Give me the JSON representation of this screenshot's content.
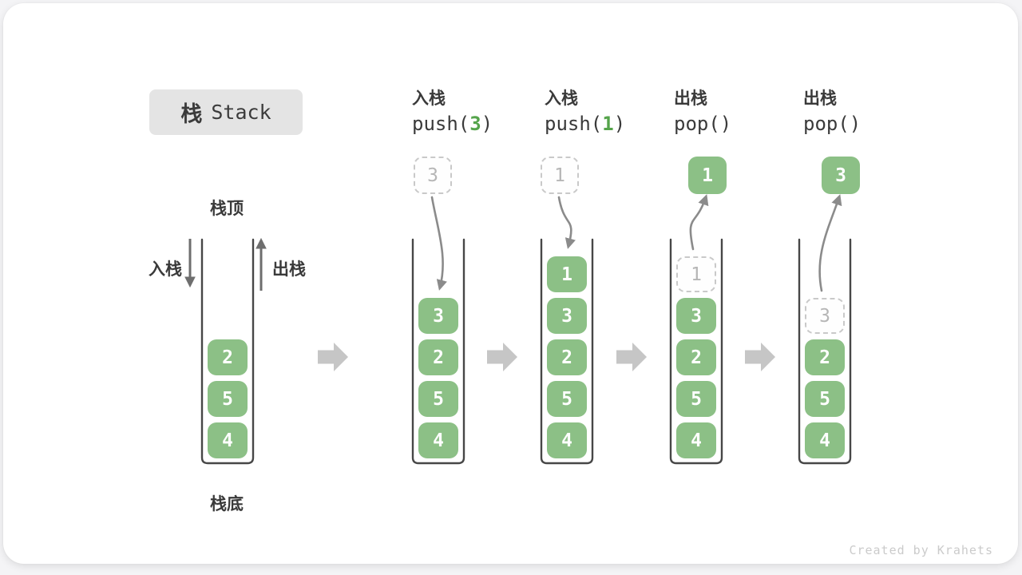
{
  "title": {
    "zh": "栈",
    "en": "Stack"
  },
  "stack_top_label": "栈顶",
  "stack_bottom_label": "栈底",
  "push_legend": "入栈",
  "pop_legend": "出栈",
  "watermark": "Created by Krahets",
  "colors": {
    "cell_green": "#8cc086",
    "code_arg_green": "#55a44b",
    "title_box_gray": "#e4e4e4",
    "dashed_border": "#c9c9c9",
    "dashed_text": "#b6b6b6",
    "label_text": "#3a3a3a",
    "curved_arrow": "#8b8b8b",
    "straight_arrow": "#6e6e6e",
    "block_arrow": "#c6c6c6",
    "container_stroke": "#474747"
  },
  "columns": [
    {
      "cells": [
        {
          "v": "2"
        },
        {
          "v": "5"
        },
        {
          "v": "4"
        }
      ]
    },
    {
      "op": "入栈",
      "code": {
        "pre": "push(",
        "arg": "3",
        "suf": ")"
      },
      "float": {
        "v": "3",
        "dashed": true
      },
      "arrow": "down",
      "cells": [
        {
          "v": "3"
        },
        {
          "v": "2"
        },
        {
          "v": "5"
        },
        {
          "v": "4"
        }
      ]
    },
    {
      "op": "入栈",
      "code": {
        "pre": "push(",
        "arg": "1",
        "suf": ")"
      },
      "float": {
        "v": "1",
        "dashed": true
      },
      "arrow": "down",
      "cells": [
        {
          "v": "1"
        },
        {
          "v": "3"
        },
        {
          "v": "2"
        },
        {
          "v": "5"
        },
        {
          "v": "4"
        }
      ]
    },
    {
      "op": "出栈",
      "code": {
        "pre": "pop()",
        "arg": "",
        "suf": ""
      },
      "float": {
        "v": "1",
        "dashed": false
      },
      "arrow": "up",
      "cells": [
        {
          "v": "1",
          "dashed": true
        },
        {
          "v": "3"
        },
        {
          "v": "2"
        },
        {
          "v": "5"
        },
        {
          "v": "4"
        }
      ]
    },
    {
      "op": "出栈",
      "code": {
        "pre": "pop()",
        "arg": "",
        "suf": ""
      },
      "float": {
        "v": "3",
        "dashed": false
      },
      "arrow": "up",
      "cells": [
        {
          "v": "3",
          "dashed": true
        },
        {
          "v": "2"
        },
        {
          "v": "5"
        },
        {
          "v": "4"
        }
      ]
    }
  ]
}
